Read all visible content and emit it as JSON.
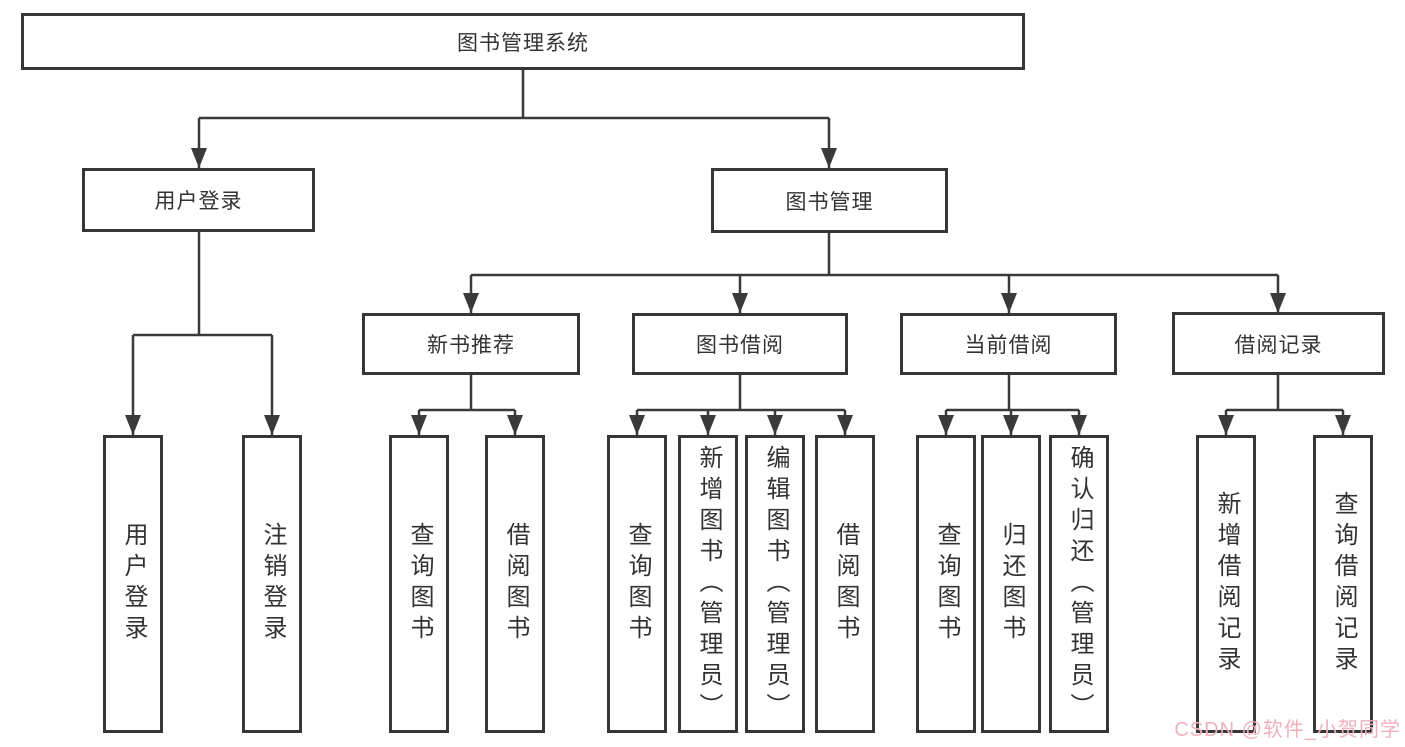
{
  "tree": {
    "label": "图书管理系统",
    "children": [
      {
        "label": "用户登录",
        "children": [
          {
            "label": "用户登录"
          },
          {
            "label": "注销登录"
          }
        ]
      },
      {
        "label": "图书管理",
        "children": [
          {
            "label": "新书推荐",
            "children": [
              {
                "label": "查询图书"
              },
              {
                "label": "借阅图书"
              }
            ]
          },
          {
            "label": "图书借阅",
            "children": [
              {
                "label": "查询图书"
              },
              {
                "label": "新增图书（管理员）"
              },
              {
                "label": "编辑图书（管理员）"
              },
              {
                "label": "借阅图书"
              }
            ]
          },
          {
            "label": "当前借阅",
            "children": [
              {
                "label": "查询图书"
              },
              {
                "label": "归还图书"
              },
              {
                "label": "确认归还（管理员）"
              }
            ]
          },
          {
            "label": "借阅记录",
            "children": [
              {
                "label": "新增借阅记录"
              },
              {
                "label": "查询借阅记录"
              }
            ]
          }
        ]
      }
    ]
  },
  "watermark": {
    "text": "CSDN @软件_小贺同学"
  },
  "colors": {
    "line": "#3a3a3a",
    "box_border": "#363636",
    "text": "#333333",
    "watermark": "#f0b1ba",
    "background": "#ffffff"
  }
}
